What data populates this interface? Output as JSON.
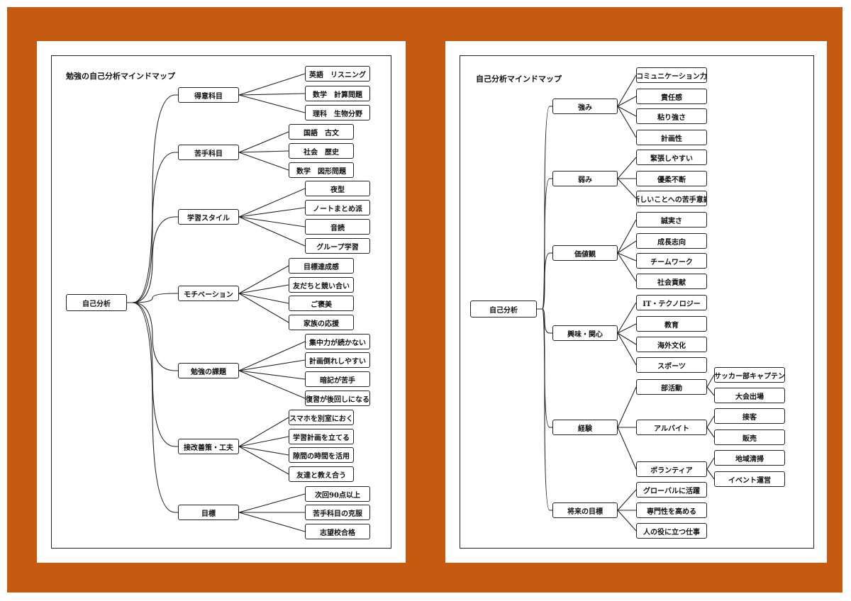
{
  "colors": {
    "frame": "#c55a11",
    "line": "#222222",
    "page": "#ffffff"
  },
  "left_map": {
    "title": "勉強の自己分析マインドマップ",
    "root": "自己分析",
    "branches": [
      {
        "label": "得意科目",
        "children": [
          "英語　リスニング",
          "数学　計算問題",
          "理科　生物分野"
        ]
      },
      {
        "label": "苦手科目",
        "children": [
          "国語　古文",
          "社会　歴史",
          "数学　図形問題"
        ]
      },
      {
        "label": "学習スタイル",
        "children": [
          "夜型",
          "ノートまとめ派",
          "音読",
          "グループ学習"
        ]
      },
      {
        "label": "モチベーション",
        "children": [
          "目標達成感",
          "友だちと競い合い",
          "ご褒美",
          "家族の応援"
        ]
      },
      {
        "label": "勉強の課題",
        "children": [
          "集中力が続かない",
          "計画倒れしやすい",
          "暗記が苦手",
          "復習が後回しになる"
        ]
      },
      {
        "label": "接改善策・工夫",
        "children": [
          "スマホを別室におく",
          "学習計画を立てる",
          "隙間の時間を活用",
          "友達と教え合う"
        ]
      },
      {
        "label": "目標",
        "children": [
          "次回90点以上",
          "苦手科目の克服",
          "志望校合格"
        ]
      }
    ]
  },
  "right_map": {
    "title": "自己分析マインドマップ",
    "root": "自己分析",
    "branches": [
      {
        "label": "強み",
        "children": [
          {
            "label": "コミュニケーション力"
          },
          {
            "label": "責任感"
          },
          {
            "label": "粘り強さ"
          },
          {
            "label": "計画性"
          }
        ]
      },
      {
        "label": "弱み",
        "children": [
          {
            "label": "緊張しやすい"
          },
          {
            "label": "優柔不断"
          },
          {
            "label": "新しいことへの苦手意識"
          }
        ]
      },
      {
        "label": "価値観",
        "children": [
          {
            "label": "誠実さ"
          },
          {
            "label": "成長志向"
          },
          {
            "label": "チームワーク"
          },
          {
            "label": "社会貢献"
          }
        ]
      },
      {
        "label": "興味・関心",
        "children": [
          {
            "label": "IT・テクノロジー"
          },
          {
            "label": "教育"
          },
          {
            "label": "海外文化"
          },
          {
            "label": "スポーツ"
          }
        ]
      },
      {
        "label": "経験",
        "children": [
          {
            "label": "部活動",
            "children": [
              "サッカー部キャプテン",
              "大会出場"
            ]
          },
          {
            "label": "アルバイト",
            "children": [
              "接客",
              "販売"
            ]
          },
          {
            "label": "ボランティア",
            "children": [
              "地域清掃",
              "イベント運営"
            ]
          }
        ]
      },
      {
        "label": "将来の目標",
        "children": [
          {
            "label": "グローバルに活躍"
          },
          {
            "label": "専門性を高める"
          },
          {
            "label": "人の役に立つ仕事"
          }
        ]
      }
    ]
  }
}
